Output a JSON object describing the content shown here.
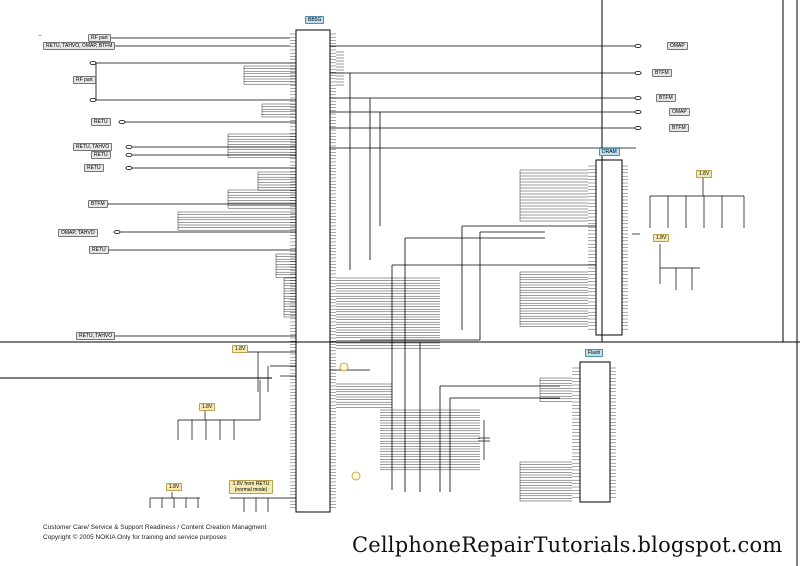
{
  "chips": {
    "bb": "BB5G",
    "dram": "DRAM",
    "flash": "Flash"
  },
  "left_labels": {
    "rf_part_1": "RF part",
    "retu_tahvo_omap_btfm": "RETU, TAHVO, OMAP, BTFM",
    "rf_part_2": "RF part",
    "retu_1": "RETU",
    "retu_tahvo_1": "RETU, TAHVO",
    "retu_2": "RETU",
    "retu_3": "RETU",
    "btfm": "BTFM",
    "omap_tahvo": "OMAP, TAHVO",
    "retu_4": "RETU",
    "retu_tahvo_2": "RETU, TAHVO"
  },
  "right_labels": {
    "omap_1": "OMAP",
    "btfm_1": "BTFM",
    "btfm_2": "BTFM",
    "omap_2": "OMAP",
    "btfm_3": "BTFM"
  },
  "voltage_labels": {
    "v18_top": "1.8V",
    "v18_right": "1.8V",
    "v18_mid": "1.8V",
    "v18_left": "1.8V",
    "v18_bottom": "1.8V",
    "v18_retu": "1.8V from RETU (normal mode)"
  },
  "footer": {
    "line1": "Customer Care/ Service & Support Readiness / Content Creation Managment",
    "line2": "Copyright © 2005 NOKIA   Only for training and service purposes"
  },
  "watermark": "CellphoneRepairTutorials.blogspot.com"
}
